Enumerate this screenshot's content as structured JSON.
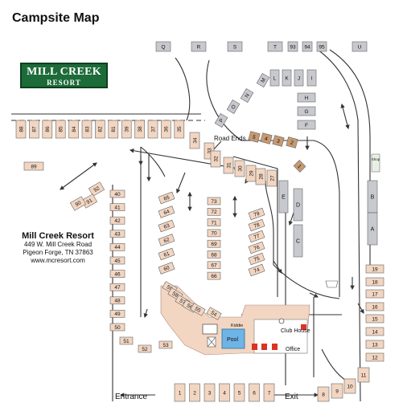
{
  "title": "Campsite Map",
  "logo": {
    "line1": "MILL CREEK",
    "line2": "RESORT"
  },
  "info": {
    "name": "Mill Creek Resort",
    "address": "449 W. Mill Creek Road",
    "city": "Pigeon Forge, TN 37863",
    "website": "www.mcresort.com"
  },
  "labels": {
    "road_ends": "Road Ends",
    "entrance": "Entrance",
    "exit": "Exit",
    "kiddie": "Kiddie",
    "pool": "Pool",
    "club_house": "Club House",
    "office": "Office",
    "shop": "Shop"
  },
  "sites": {
    "top_row": [
      "Q",
      "R",
      "S",
      "T",
      "93",
      "94",
      "95",
      "U"
    ],
    "diagonal_letters": [
      "M",
      "N",
      "O",
      "P"
    ],
    "upper_letters": [
      "L",
      "K",
      "J",
      "I"
    ],
    "right_stack": [
      "H",
      "G",
      "F"
    ],
    "tan_row": [
      "5",
      "4",
      "3",
      "2"
    ],
    "site_1": "1",
    "center_letters": [
      "E",
      "D",
      "C"
    ],
    "far_right_letters": [
      "B",
      "A"
    ],
    "left_fan": [
      "88",
      "87",
      "86",
      "85",
      "84",
      "83",
      "82",
      "81",
      "39",
      "38",
      "37",
      "36",
      "35"
    ],
    "diagonal_row": [
      "34",
      "33",
      "32",
      "31",
      "30",
      "29",
      "28",
      "27"
    ],
    "site_89": "89",
    "cluster": [
      "92",
      "91",
      "90"
    ],
    "left_column": [
      "40",
      "41",
      "42",
      "43",
      "44",
      "45",
      "46",
      "47",
      "48",
      "49",
      "50"
    ],
    "col_65": [
      "65",
      "64",
      "63",
      "62",
      "61",
      "60"
    ],
    "col_73": [
      "73",
      "72",
      "71",
      "70",
      "69",
      "68",
      "67",
      "66"
    ],
    "col_79": [
      "79",
      "78",
      "77",
      "76",
      "75",
      "74"
    ],
    "pool_row": [
      "59",
      "58",
      "57",
      "56",
      "55",
      "54"
    ],
    "bottom_left": [
      "51",
      "52",
      "53"
    ],
    "bottom_row": [
      "1",
      "2",
      "3",
      "4",
      "5",
      "6",
      "7"
    ],
    "right_column": [
      "19",
      "18",
      "17",
      "16",
      "15",
      "14",
      "13",
      "12",
      "11",
      "10",
      "9",
      "8"
    ]
  },
  "colors": {
    "site": "#c8c9ce",
    "pad": "#f2d6c2",
    "tan": "#c79a72",
    "pool": "#6fb4e6",
    "logo": "#1d6b38",
    "road": "#333333"
  }
}
